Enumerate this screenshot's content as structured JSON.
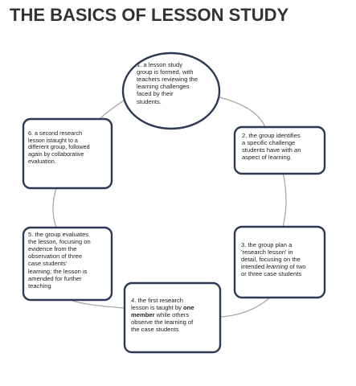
{
  "title": "THE BASICS OF LESSON STUDY",
  "steps": [
    {
      "text": "1. a lesson study\ngroup is formed, with\nteachers reviewing the\nlearning challenges\nfaced by their\nstudents."
    },
    {
      "text": "2. the group identifies\na specific challenge\nstudents have with an\naspect of learning."
    },
    {
      "pre": "3.  the group plan a\n'research lesson' in\ndetail, focusing on the\nintended ",
      "em": "learning",
      "post": " of two\nor three case students"
    },
    {
      "pre": "4. the first research\nlesson is taught by ",
      "strong": "one\nmember",
      "post": " while others\nobserve the learning of\nthe case students"
    },
    {
      "text": "5. the group evaluates\nthe lesson, focusing on\nevidence from the\nobservation of three\ncase students'\nlearning; the lesson is\namended for further\nteaching"
    },
    {
      "text": "6. a second research\nlesson istaught to a\ndifferent group, followed\nagain by collaborative\nevaluation."
    }
  ],
  "colors": {
    "node_border": "#2e3a55",
    "connector": "#a8a8a8",
    "title": "#333333"
  }
}
